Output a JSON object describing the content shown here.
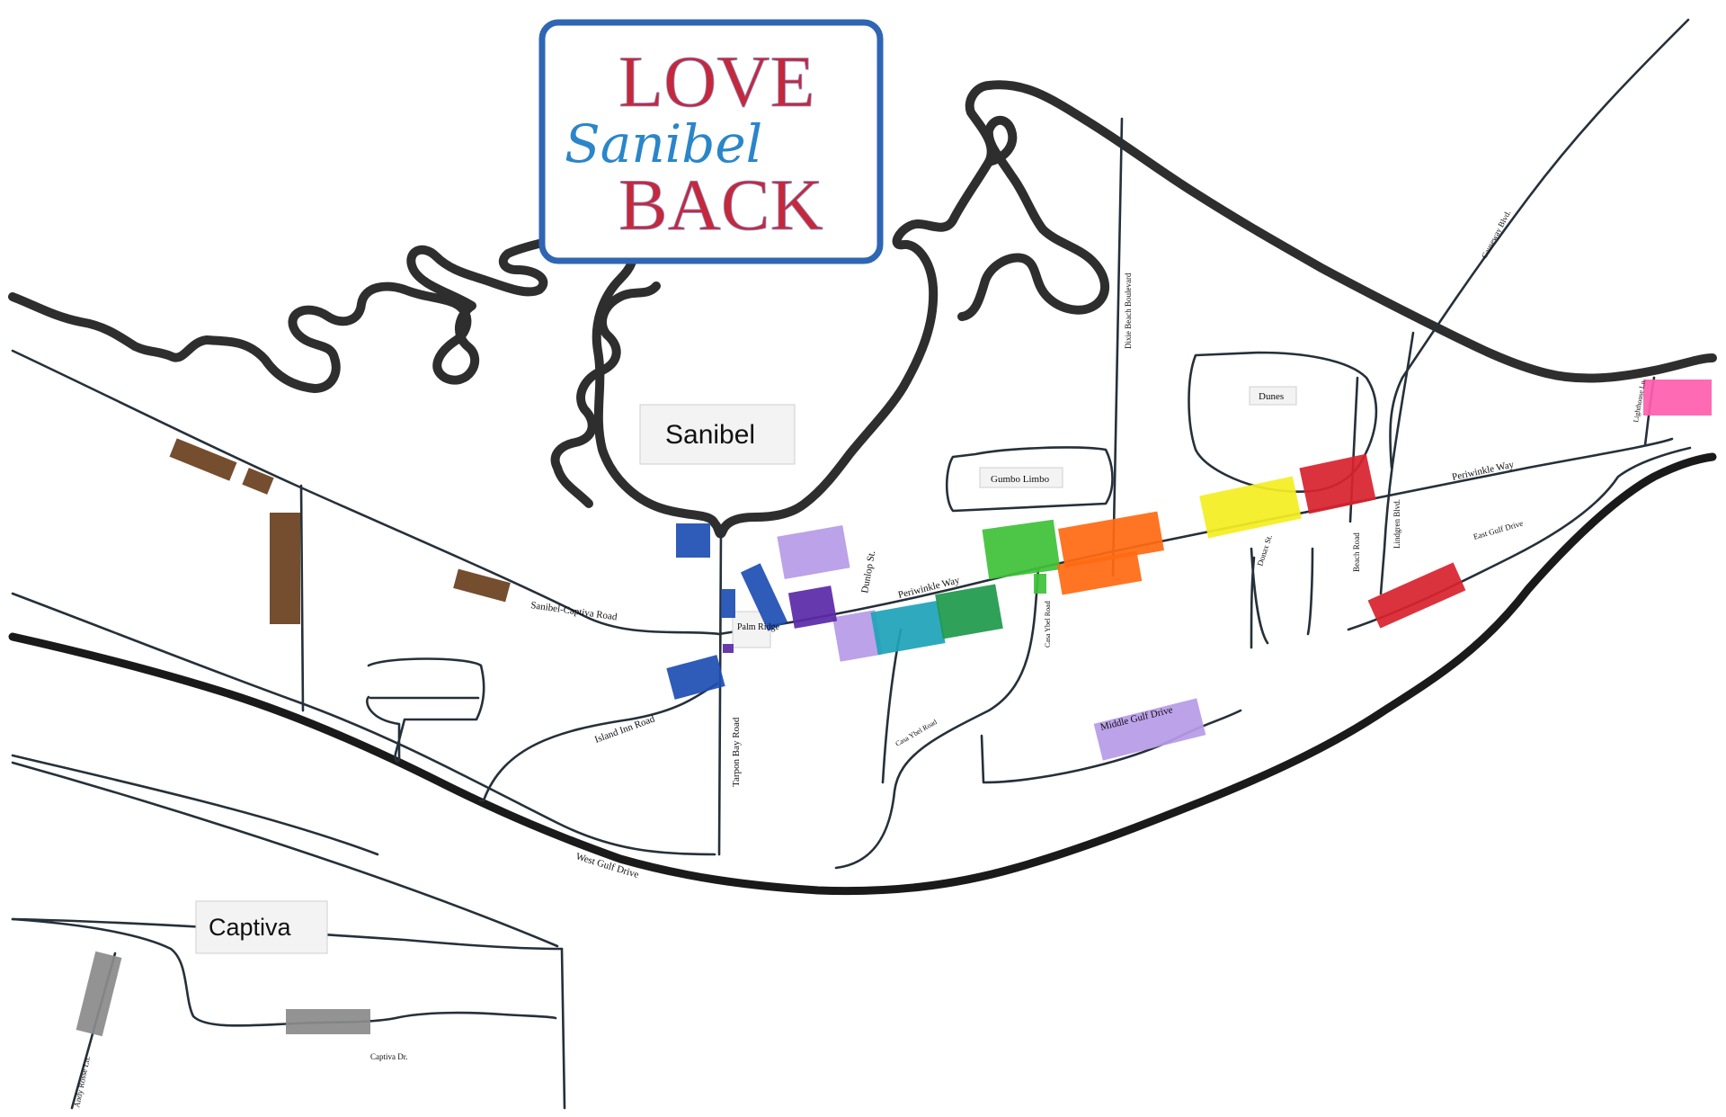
{
  "logo": {
    "line1": "LOVE",
    "script": "Sanibel",
    "line2": "BACK",
    "colors": {
      "frame": "#2f66b3",
      "letters": "#c6283a",
      "script": "#2a86c9"
    }
  },
  "areas": {
    "sanibel": "Sanibel",
    "captiva": "Captiva"
  },
  "streets": {
    "sanibel_captiva_road": "Sanibel-Captiva Road",
    "island_inn_road": "Island Inn Road",
    "tarpon_bay_road": "Tarpon Bay Road",
    "palm_ridge": "Palm Ridge",
    "dunlop_st": "Dunlop St.",
    "periwinkle_way_west": "Periwinkle Way",
    "periwinkle_way_east": "Periwinkle Way",
    "casa_ybel_road_north": "Casa Ybel Road",
    "casa_ybel_road_south": "Casa Ybel Road",
    "gumbo_limbo": "Gumbo Limbo",
    "middle_gulf_drive": "Middle Gulf Drive",
    "dixie_beach_boulevard": "Dixie Beach Boulevard",
    "dunes": "Dunes",
    "donax_st": "Donax St.",
    "beach_road": "Beach Road",
    "lindgren_blvd": "Lindgren Blvd.",
    "east_gulf_drive": "East Gulf Drive",
    "causeway_blvd": "Causeway Blvd.",
    "lighthouse_ln": "Lighthouse Ln.",
    "west_gulf_drive": "West Gulf Drive",
    "andy_rosse_ln": "Andy Rosse Ln.",
    "captiva_dr": "Captiva Dr."
  },
  "patch_colors": {
    "brown": "#6b3f1f",
    "blue": "#1f4fb4",
    "lavender": "#b79be6",
    "purple": "#5b2aa8",
    "teal": "#1fa3b9",
    "green": "#1f9a4c",
    "lime": "#3fc23a",
    "orange": "#ff6a12",
    "yellow": "#f4ee22",
    "red": "#d8232e",
    "pink": "#ff5fae",
    "gray": "#8b8b8b"
  }
}
